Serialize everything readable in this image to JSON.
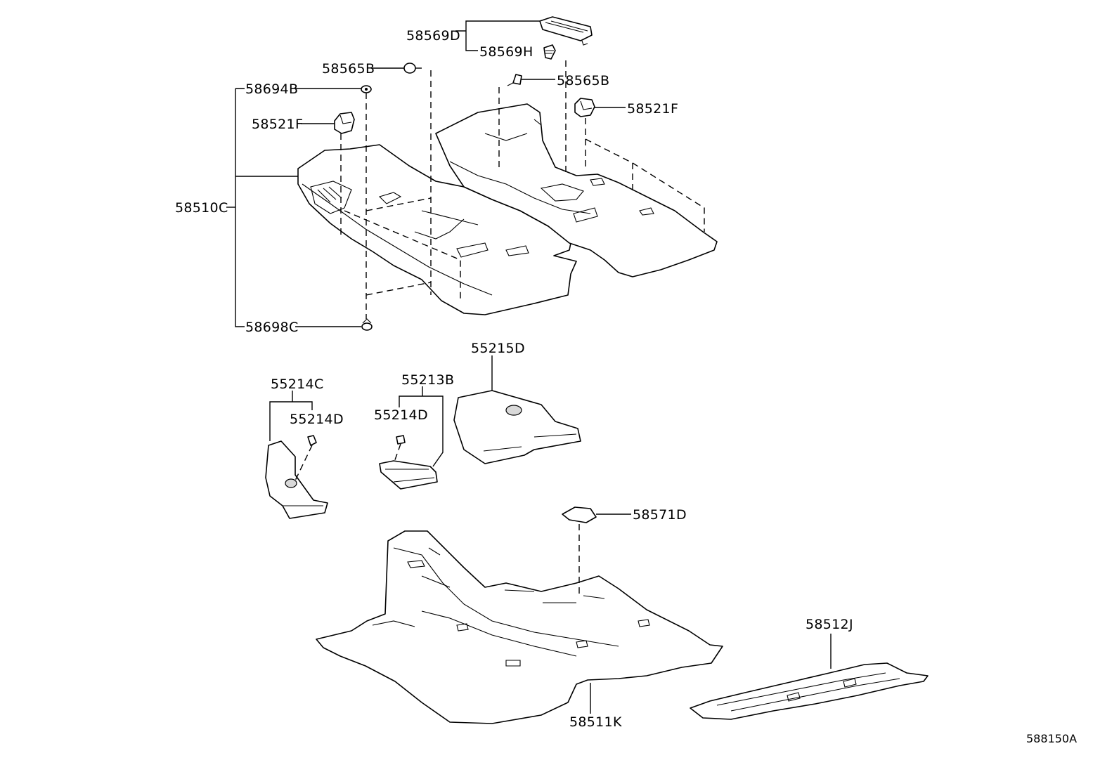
{
  "labels": {
    "p58569D": "58569D",
    "p58569H": "58569H",
    "p58565B_left": "58565B",
    "p58565B_right": "58565B",
    "p58694B": "58694B",
    "p58521F_left": "58521F",
    "p58521F_right": "58521F",
    "p58510C": "58510C",
    "p58698C": "58698C",
    "p55215D": "55215D",
    "p55214C": "55214C",
    "p55214D_left": "55214D",
    "p55213B": "55213B",
    "p55214D_mid": "55214D",
    "p58571D": "58571D",
    "p58512J": "58512J",
    "p58511K": "58511K"
  },
  "diagram_ref": "588150A"
}
